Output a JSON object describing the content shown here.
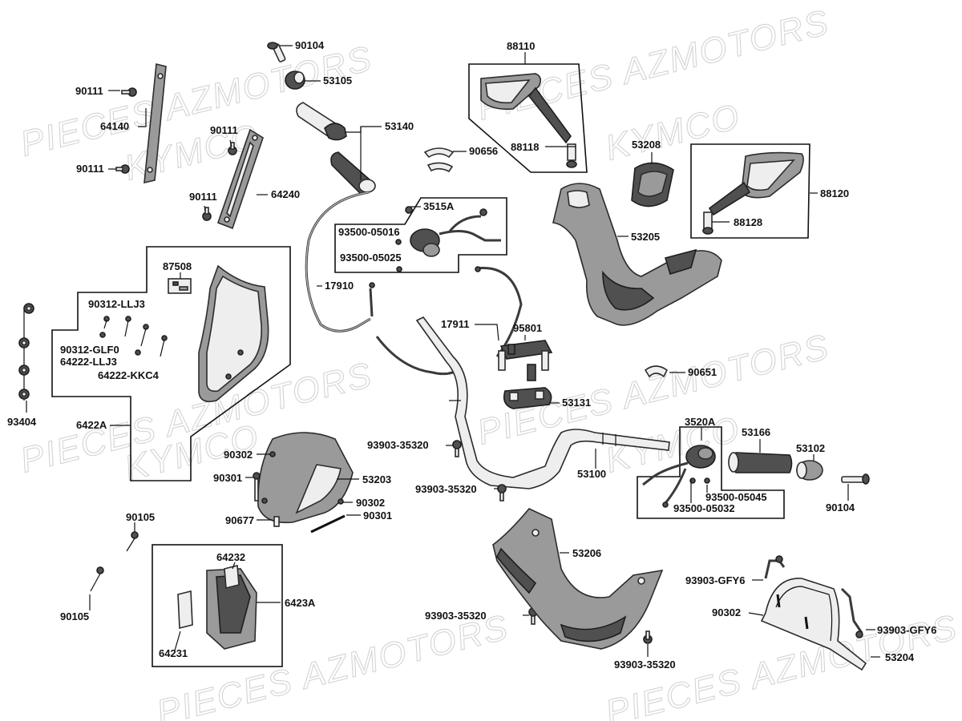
{
  "diagram": {
    "watermark_lines": [
      "PIECES AZMOTORS",
      "KYMCO"
    ],
    "labels": {
      "p90104_top": "90104",
      "p53105": "53105",
      "p53140": "53140",
      "p90656": "90656",
      "p90111_a": "90111",
      "p64140": "64140",
      "p90111_b": "90111",
      "p90111_c": "90111",
      "p64240": "64240",
      "p90111_d": "90111",
      "p88110": "88110",
      "p88118": "88118",
      "p53208": "53208",
      "p88120": "88120",
      "p88128": "88128",
      "p53205": "53205",
      "p3515A": "3515A",
      "p93500_05016": "93500-05016",
      "p93500_05025": "93500-05025",
      "p87508": "87508",
      "p17910": "17910",
      "p17911": "17911",
      "p95801": "95801",
      "p90312_LLJ3": "90312-LLJ3",
      "p90312_GLF0": "90312-GLF0",
      "p64222_LLJ3": "64222-LLJ3",
      "p64222_KKC4": "64222-KKC4",
      "p93404": "93404",
      "p6422A": "6422A",
      "p90651": "90651",
      "p53131": "53131",
      "p3520A": "3520A",
      "p53166": "53166",
      "p53102": "53102",
      "p93903_35320_a": "93903-35320",
      "p53100": "53100",
      "p93903_35320_b": "93903-35320",
      "p93500_05045": "93500-05045",
      "p93500_05032": "93500-05032",
      "p90104_right": "90104",
      "p90302_a": "90302",
      "p90301_a": "90301",
      "p53203": "53203",
      "p90302_b": "90302",
      "p90677": "90677",
      "p90301_b": "90301",
      "p90105_a": "90105",
      "p64232": "64232",
      "p6423A": "6423A",
      "p90105_b": "90105",
      "p64231": "64231",
      "p53206": "53206",
      "p93903_35320_c": "93903-35320",
      "p93903_35320_d": "93903-35320",
      "p93903_GFY6_a": "93903-GFY6",
      "p90302_c": "90302",
      "p93903_GFY6_b": "93903-GFY6",
      "p53204": "53204"
    }
  }
}
